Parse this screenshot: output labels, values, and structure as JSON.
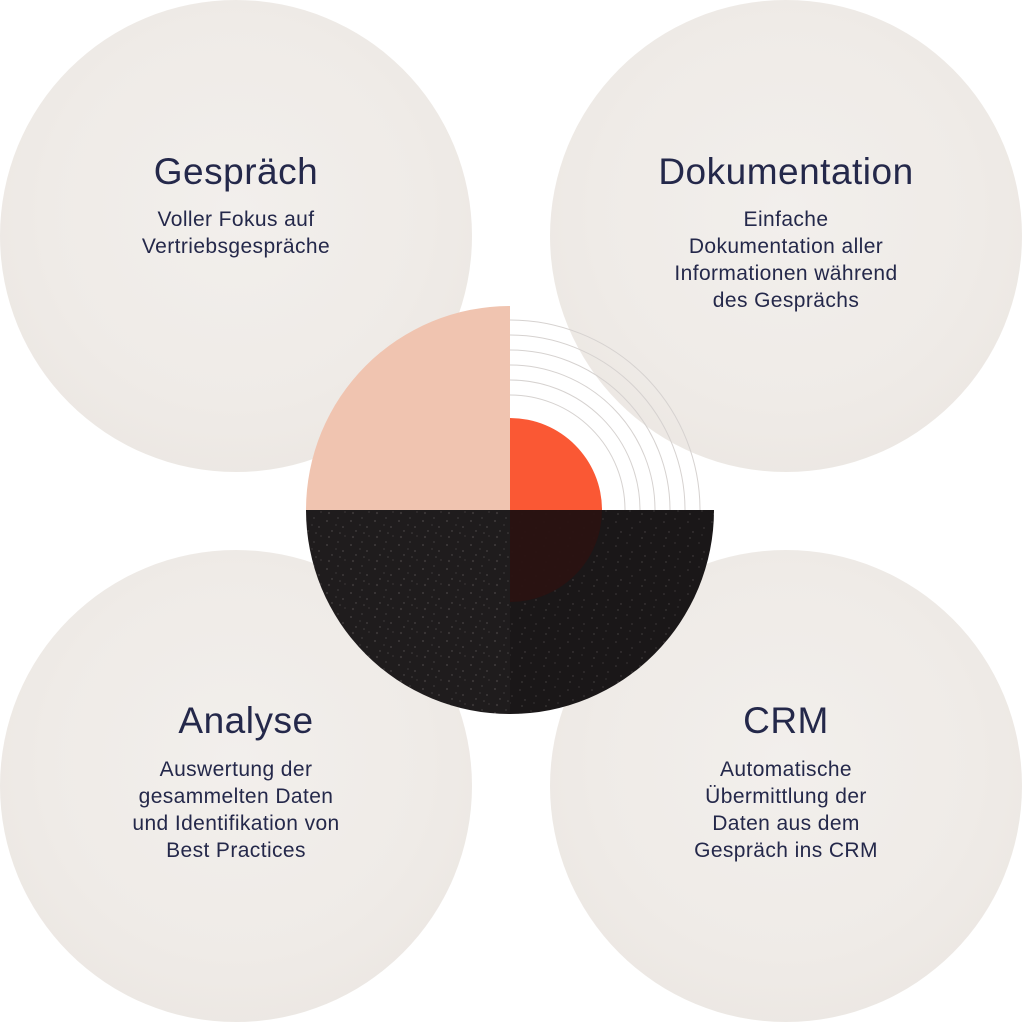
{
  "quadrants": {
    "top_left": {
      "title": "Gespräch",
      "lines": [
        "Voller Fokus auf",
        "Vertriebsgespräche"
      ]
    },
    "top_right": {
      "title": "Dokumentation",
      "lines": [
        "Einfache",
        "Dokumentation aller",
        "Informationen während",
        "des Gesprächs"
      ]
    },
    "bottom_left": {
      "title": "Analyse",
      "lines": [
        "Auswertung der",
        "gesammelten Daten",
        "und Identifikation von",
        "Best Practices"
      ]
    },
    "bottom_right": {
      "title": "CRM",
      "lines": [
        "Automatische",
        "Übermittlung der",
        "Daten aus dem",
        "Gespräch ins CRM"
      ]
    }
  },
  "colors": {
    "bubble": "#efebe7",
    "text": "#24284a",
    "peach": "#f0c4b0",
    "orange": "#fa5834",
    "dark": "#1f1c1d"
  }
}
